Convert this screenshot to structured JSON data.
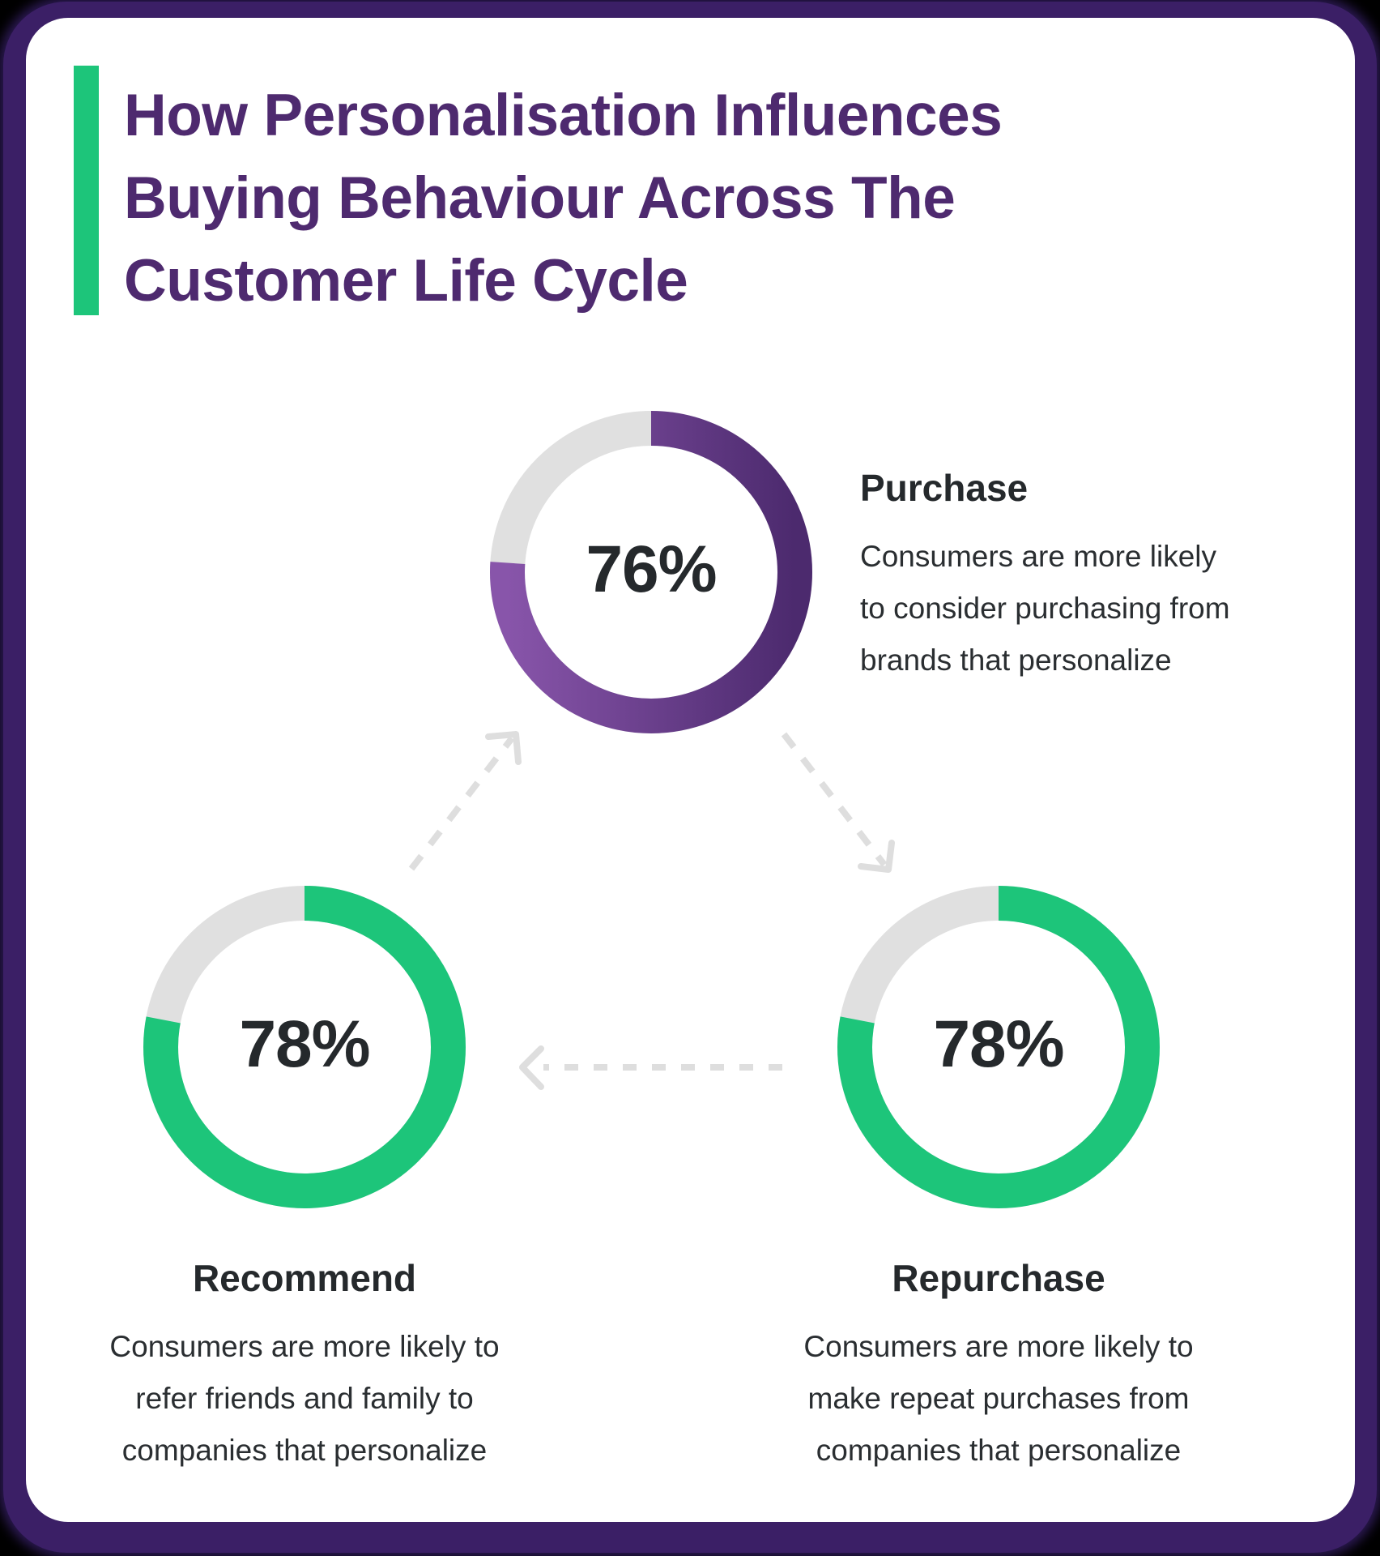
{
  "title": {
    "lines": [
      "How Personalisation Influences",
      "Buying Behaviour Across The",
      "Customer Life Cycle"
    ]
  },
  "colors": {
    "title": "#4e2a6f",
    "accent_bar": "#1dc57a",
    "purple_ring_start": "#8855aa",
    "purple_ring_end": "#4c2a6e",
    "green_ring": "#1dc57a",
    "track": "#e0e0e0",
    "arrow": "#dedede",
    "text": "#25292c"
  },
  "stages": {
    "purchase": {
      "percent_label": "76%",
      "heading": "Purchase",
      "description_lines": [
        "Consumers are more likely",
        "to consider purchasing from",
        "brands that personalize"
      ]
    },
    "repurchase": {
      "percent_label": "78%",
      "heading": "Repurchase",
      "description_lines": [
        "Consumers are more likely to",
        "make repeat purchases from",
        "companies that personalize"
      ]
    },
    "recommend": {
      "percent_label": "78%",
      "heading": "Recommend",
      "description_lines": [
        "Consumers are more likely to",
        "refer friends and family to",
        "companies that personalize"
      ]
    }
  },
  "flow": [
    "Purchase",
    "Repurchase",
    "Recommend",
    "Purchase"
  ],
  "chart_data": {
    "type": "donut",
    "title": "How Personalisation Influences Buying Behaviour Across The Customer Life Cycle",
    "categories": [
      "Purchase",
      "Repurchase",
      "Recommend"
    ],
    "values": [
      76,
      78,
      78
    ],
    "unit": "%",
    "range": [
      0,
      100
    ]
  }
}
